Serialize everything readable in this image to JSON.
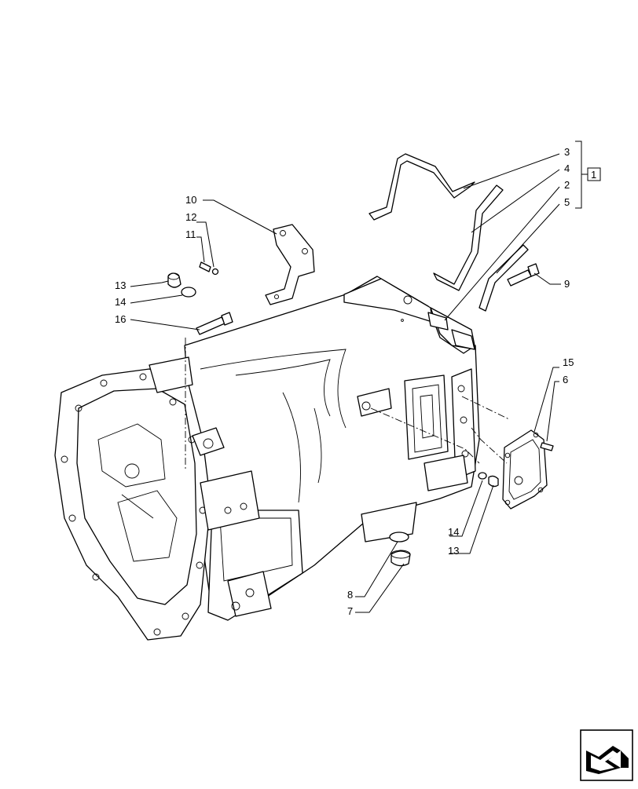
{
  "callouts": {
    "c1": "1",
    "c2": "2",
    "c3": "3",
    "c4": "4",
    "c5": "5",
    "c6": "6",
    "c7": "7",
    "c8": "8",
    "c9": "9",
    "c10": "10",
    "c11": "11",
    "c12": "12",
    "c13a": "13",
    "c13b": "13",
    "c14a": "14",
    "c14b": "14",
    "c15": "15",
    "c16": "16"
  },
  "icons": {
    "nav": "arrow-nav-icon"
  }
}
